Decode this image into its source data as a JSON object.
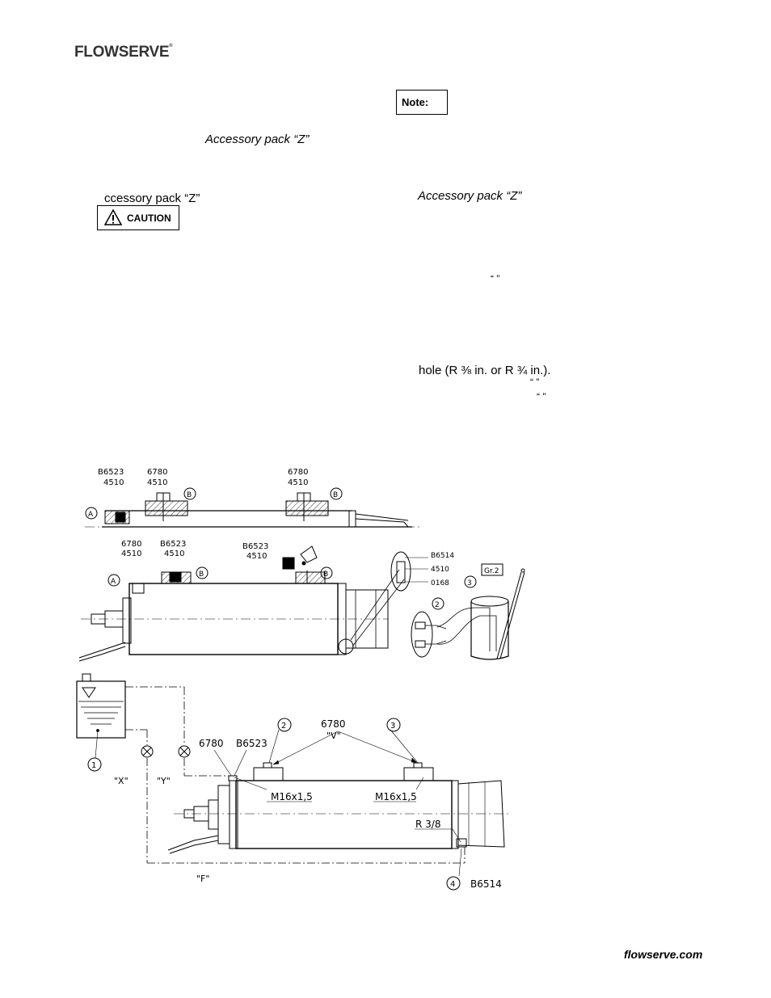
{
  "header": {
    "logo_text": "FLOWSERVE",
    "logo_mark": "®"
  },
  "note": {
    "label": "Note:"
  },
  "caution": {
    "label": "CAUTION"
  },
  "text": {
    "accessory_pack_1": "Accessory pack “Z”",
    "accessory_pack_2": "ccessory pack “Z”",
    "accessory_pack_3": "Accessory pack “Z”",
    "quote_1": "“ ”",
    "hole": "hole (R ⅜ in. or R ¾ in.).",
    "quote_2": "“ ”",
    "quote_3": "“ ”"
  },
  "figure": {
    "top_labels": {
      "b6523_a": "B6523",
      "n4510_a": "4510",
      "n6780_a": "6780",
      "n4510_b": "4510",
      "n6780_b": "6780",
      "n4510_c": "4510",
      "circ_a1": "A",
      "circ_b1": "B",
      "circ_b2": "B"
    },
    "mid_labels": {
      "n6780": "6780",
      "n4510_a": "4510",
      "b6523": "B6523",
      "n4510_b": "4510",
      "b6523_b": "B6523",
      "n4510_c": "4510",
      "circ_a": "A",
      "circ_b1": "B",
      "circ_b2": "B",
      "b6514": "B6514",
      "n4510_d": "4510",
      "n0168": "0168",
      "circ_2": "2",
      "circ_3": "3",
      "gr2": "Gr.2"
    },
    "bottom_labels": {
      "circ_1": "1",
      "x": "\"X\"",
      "y": "\"Y\"",
      "n6780_a": "6780",
      "b6523": "B6523",
      "circ_2": "2",
      "n6780_b": "6780",
      "circ_3": "3",
      "v": "\"V\"",
      "m16_a": "M16x1,5",
      "m16_b": "M16x1,5",
      "r38": "R 3/8",
      "f": "\"F\"",
      "circ_4": "4",
      "b6514": "B6514"
    }
  },
  "footer": {
    "site": "flowserve.com"
  }
}
